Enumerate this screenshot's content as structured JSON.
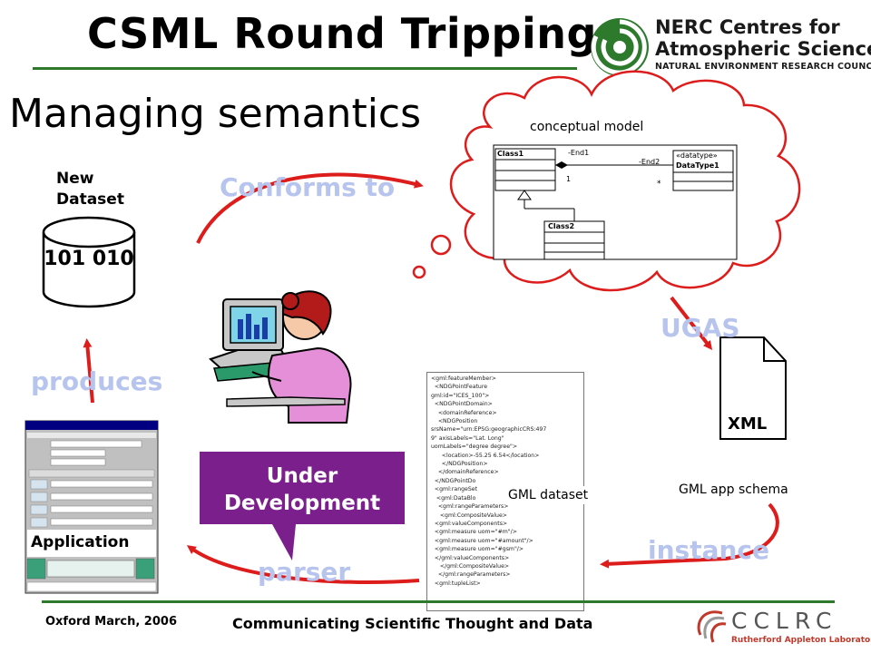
{
  "slide": {
    "title": "CSML Round Tripping",
    "subtitle": "Managing semantics"
  },
  "logo": {
    "line1": "NERC Centres for",
    "line2": "Atmospheric Science",
    "line3": "NATURAL ENVIRONMENT RESEARCH COUNCIL"
  },
  "dataset": {
    "label": "New Dataset",
    "value": "101 010"
  },
  "arrows": {
    "conforms_to": "Conforms to",
    "ugas": "UGAS",
    "produces": "produces",
    "instance": "instance",
    "parser": "parser"
  },
  "conceptual_model": {
    "label": "conceptual model",
    "class1": "Class1",
    "class2": "Class2",
    "stereotype": "«datatype»",
    "datatype": "DataType1",
    "end1": "-End1",
    "end2": "-End2",
    "mult1": "1",
    "mult_many": "*"
  },
  "xml_doc": {
    "label": "XML"
  },
  "gml_app_schema": {
    "label": "GML app schema"
  },
  "gml_dataset": {
    "label": "GML dataset",
    "lines": [
      "<gml:featureMember>",
      "  <NDGPointFeature",
      "gml:id=\"ICES_100\">",
      "  <NDGPointDomain>",
      "    <domainReference>",
      "    <NDGPosition",
      "srsName=\"urn:EPSG:geographicCRS:497",
      "9\" axisLabels=\"Lat. Long\"",
      "uomLabels=\"degree degree\">",
      "      <location>-55.25 6.54</location>",
      "      </NDGPosition>",
      "    </domainReference>",
      "  </NDGPointDo",
      "  <gml:rangeSet",
      "   <gml:DataBlo",
      "    <gml:rangeParameters>",
      "     <gml:CompositeValue>",
      "  <gml:valueComponents>",
      "  <gml:measure uom=\"#m\"/>",
      "  <gml:measure uom=\"#amount\"/>",
      "  <gml:measure uom=\"#gsm\"/>",
      "  </gml:valueComponents>",
      "     </gml:CompositeValue>",
      "    </gml:rangeParameters>",
      "  <gml:tupleList>"
    ]
  },
  "callout": {
    "line1": "Under",
    "line2": "Development",
    "fill": "#7b1f8c"
  },
  "application": {
    "label": "Application"
  },
  "footer": {
    "left": "Oxford March, 2006",
    "center": "Communicating Scientific Thought and Data",
    "cclrc": "CCLRC",
    "cclrc_sub": "Rutherford Appleton Laboratory"
  },
  "colors": {
    "accent_green": "#2d7a2d",
    "arrow_red": "#dd1c1c",
    "ghost_text": "#b7c4ee",
    "cloud_border": "#dd1c1c"
  }
}
